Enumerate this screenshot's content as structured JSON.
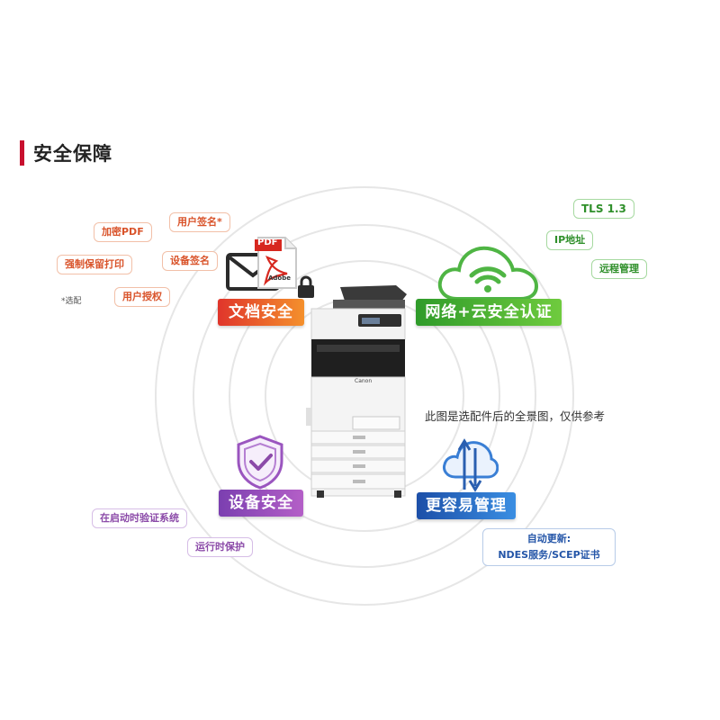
{
  "title": "安全保障",
  "document_security": {
    "banner": "文档安全",
    "tags": [
      "加密PDF",
      "用户签名*",
      "强制保留打印",
      "设备签名",
      "用户授权"
    ],
    "footnote": "*选配",
    "pdf_icon_label": "PDF",
    "adobe_label": "Adobe"
  },
  "network_security": {
    "banner": "网络+云安全认证",
    "tags": [
      "TLS 1.3",
      "IP地址",
      "远程管理"
    ]
  },
  "device_security": {
    "banner": "设备安全",
    "tags": [
      "在启动时验证系统",
      "运行时保护"
    ]
  },
  "management": {
    "banner": "更容易管理",
    "update_line1": "自动更新:",
    "update_line2": "NDES服务/SCEP证书"
  },
  "caption": "此图是选配件后的全景图，仅供参考",
  "printer": {
    "brand": "Canon"
  },
  "colors": {
    "red_accent": "#c8102e",
    "orange": "#e8612c",
    "green": "#3aa935",
    "purple": "#8b4aa8",
    "blue": "#2a6bc4"
  }
}
